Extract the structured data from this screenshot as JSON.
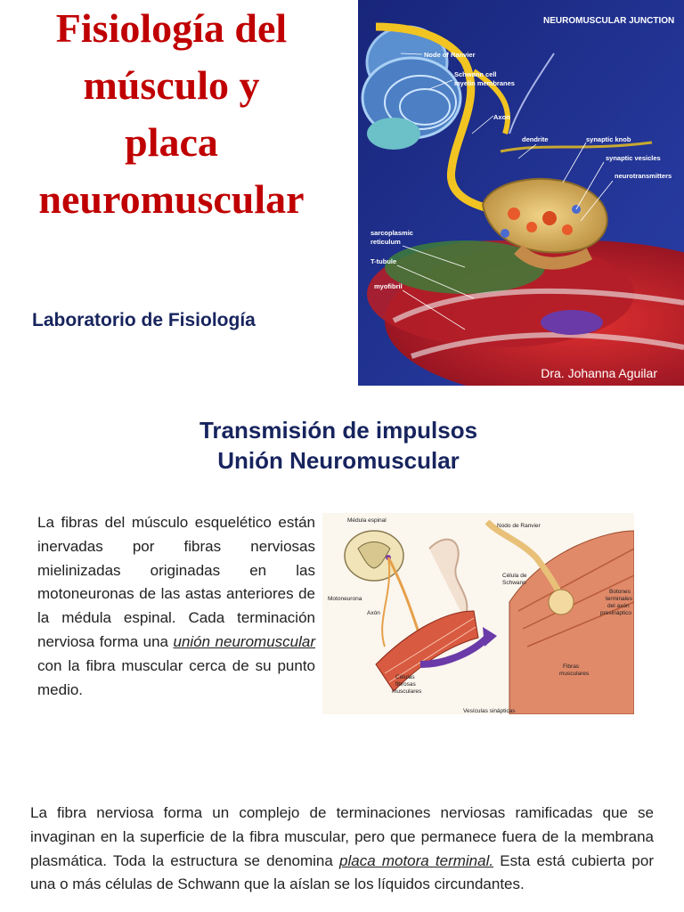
{
  "slide1": {
    "title_lines": [
      "Fisiología del",
      "músculo y",
      "placa",
      "neuromuscular"
    ],
    "subtitle": "Laboratorio de Fisiología",
    "figure": {
      "heading": "NEUROMUSCULAR JUNCTION",
      "labels": {
        "node_ranvier": "Node of Ranvier",
        "schwann1": "Schwann cell",
        "schwann2": "myelin membranes",
        "axon": "Axon",
        "dendrite": "dendrite",
        "synaptic_knob": "synaptic knob",
        "synaptic_vesicles": "synaptic vesicles",
        "neurotransmitters": "neurotransmitters",
        "sarco1": "sarcoplasmic",
        "sarco2": "reticulum",
        "ttubule": "T-tubule",
        "myofibril": "myofibril"
      },
      "credit": "Dra. Johanna Aguilar"
    }
  },
  "slide2": {
    "title_line1": "Transmisión de impulsos",
    "title_line2": "Unión Neuromuscular",
    "para1_before": "La fibras del músculo esquelético están inervadas por fibras nerviosas mielinizadas originadas en las motoneuronas de las astas anteriores de la médula espinal. Cada terminación nerviosa forma una ",
    "para1_link": "unión neuromuscular",
    "para1_after": " con la fibra muscular cerca de su punto medio.",
    "figure": {
      "labels": {
        "medula": "Médula espinal",
        "nodo": "Nodo de Ranvier",
        "motoneurona": "Motoneurona",
        "axon": "Axón",
        "celula1": "Célula de",
        "celula2": "Schwann",
        "botones1": "Botones",
        "botones2": "terminales",
        "botones3": "del axón",
        "botones4": "presináptico",
        "fibras1": "Fibras",
        "fibras2": "musculares",
        "celulas1": "Células",
        "celulas2": "fibrosas",
        "celulas3": "musculares",
        "vesiculas": "Vesículas sinápticas"
      }
    },
    "para2_before": "La fibra nerviosa forma un complejo de terminaciones nerviosas ramificadas que se invaginan en la superficie de la fibra muscular, pero que permanece fuera de la membrana plasmática. Toda la estructura se denomina ",
    "para2_link": "placa motora terminal.",
    "para2_after": " Esta está cubierta por una o más células de Schwann que la aíslan se los líquidos circundantes."
  },
  "colors": {
    "title_red": "#c00000",
    "navy": "#17245e",
    "figure_bg": "#1c2c8a"
  }
}
